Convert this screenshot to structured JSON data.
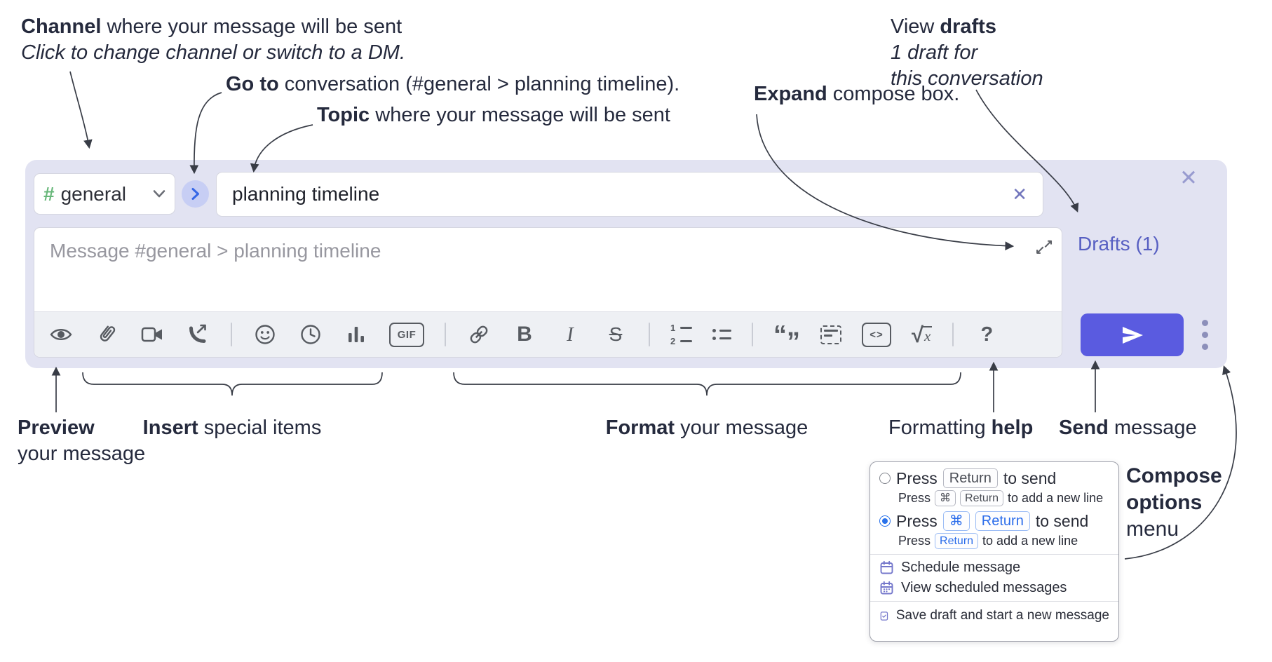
{
  "annotations": {
    "channel_line1_bold": "Channel",
    "channel_line1_rest": " where your message will be sent",
    "channel_line2": "Click to change channel or switch to a DM.",
    "goto_bold": "Go to",
    "goto_rest": " conversation (#general > planning timeline).",
    "topic_bold": "Topic",
    "topic_rest": " where your message will be sent",
    "expand_bold": "Expand",
    "expand_rest": " compose box.",
    "drafts_line1_pre": "View ",
    "drafts_line1_bold": "drafts",
    "drafts_line2": "1 draft for",
    "drafts_line3": "this conversation",
    "preview_bold": "Preview",
    "preview_line2": "your message",
    "insert_bold": "Insert",
    "insert_rest": " special items",
    "format_bold": "Format",
    "format_rest": " your message",
    "help_pre": "Formatting ",
    "help_bold": "help",
    "send_bold": "Send",
    "send_rest": " message",
    "compose_opts_line1": "Compose",
    "compose_opts_line2": "options",
    "compose_opts_line3": "menu"
  },
  "compose": {
    "channel_hash": "#",
    "channel_name": "general",
    "topic_value": "planning timeline",
    "clear_x": "✕",
    "close_x": "✕",
    "message_placeholder": "Message #general > planning timeline",
    "expand_tr": "↗",
    "expand_bl": "↙",
    "drafts_link": "Drafts (1)",
    "toolbar": {
      "gif": "GIF",
      "bold": "B",
      "italic": "I",
      "strike": "S",
      "quote_open": "“",
      "quote_close": "”",
      "code": "<>",
      "math_root": "√",
      "math_x": "x",
      "help": "?",
      "ol_1": "1",
      "ol_2": "2"
    }
  },
  "popup": {
    "opt1_press": "Press",
    "opt1_key": "Return",
    "opt1_tail": "to send",
    "opt1_sub_press": "Press",
    "opt1_sub_key1": "⌘",
    "opt1_sub_key2": "Return",
    "opt1_sub_tail": "to add a new line",
    "opt2_press": "Press",
    "opt2_key1": "⌘",
    "opt2_key2": "Return",
    "opt2_tail": "to send",
    "opt2_sub_press": "Press",
    "opt2_sub_key": "Return",
    "opt2_sub_tail": "to add a new line",
    "item_schedule": "Schedule message",
    "item_view_scheduled": "View scheduled messages",
    "item_save_draft": "Save draft and start a new message"
  },
  "colors": {
    "compose_bg": "#e2e3f2",
    "send_button": "#5a5be0",
    "drafts_link": "#575fc2",
    "channel_hash_green": "#67b779",
    "radio_selected": "#2a72ea",
    "menu_icon_purple": "#7477cb",
    "annotation_text": "#252a3d"
  }
}
